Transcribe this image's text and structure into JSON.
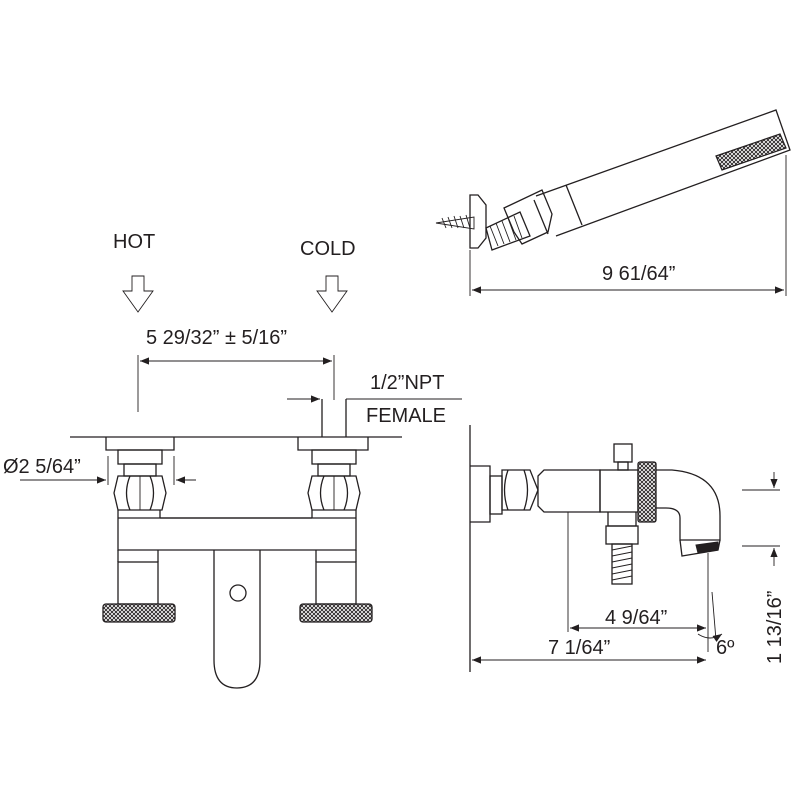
{
  "labels": {
    "hot": "HOT",
    "cold": "COLD",
    "center_distance": "5 29/32” ± 5/16”",
    "connection_line1": "1/2”NPT",
    "connection_line2": "FEMALE",
    "flange_diameter": "Ø2 5/64”",
    "hand_shower_length": "9 61/64”",
    "spout_reach": "4 9/64”",
    "overall_depth": "7 1/64”",
    "spout_angle": "6º",
    "spout_height": "1 13/16”"
  },
  "colors": {
    "line": "#231f20",
    "background": "#ffffff"
  }
}
